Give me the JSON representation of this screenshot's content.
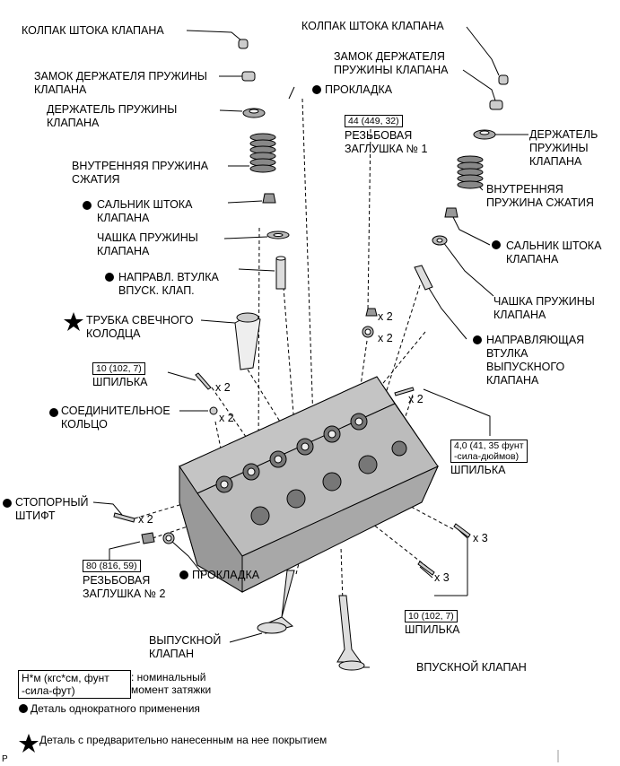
{
  "labels": {
    "l_cap_stem": "КОЛПАК ШТОКА КЛАПАНА",
    "l_lock_retainer": "ЗАМОК ДЕРЖАТЕЛЯ ПРУЖИНЫ\nКЛАПАНА",
    "l_retainer": "ДЕРЖАТЕЛЬ ПРУЖИНЫ\nКЛАПАНА",
    "l_inner_spring": "ВНУТРЕННЯЯ ПРУЖИНА\nСЖАТИЯ",
    "l_oil_seal": "САЛЬНИК ШТОКА\nКЛАПАНА",
    "l_spring_seat": "ЧАШКА ПРУЖИНЫ\nКЛАПАНА",
    "l_guide_intake": "НАПРАВЛ. ВТУЛКА\nВПУСК. КЛАП.",
    "l_plug_tube": "ТРУБКА СВЕЧНОГО\nКОЛОДЦА",
    "l_stud_left": "ШПИЛЬКА",
    "l_ring": "СОЕДИНИТЕЛЬНОЕ\nКОЛЬЦО",
    "l_pin": "СТОПОРНЫЙ\nШТИФТ",
    "l_plug2": "РЕЗЬБОВАЯ\nЗАГЛУШКА № 2",
    "l_gasket_bottom": "ПРОКЛАДКА",
    "l_exhaust_valve": "ВЫПУСКНОЙ\nКЛАПАН",
    "l_intake_valve": "ВПУСКНОЙ КЛАПАН",
    "l_stud_bottom": "ШПИЛЬКА",
    "l_stud_right": "ШПИЛЬКА",
    "l_guide_exhaust": "НАПРАВЛЯЮЩАЯ\nВТУЛКА\nВЫПУСКНОГО\nКЛАПАНА",
    "l_spring_seat_r": "ЧАШКА ПРУЖИНЫ\nКЛАПАНА",
    "l_oil_seal_r": "САЛЬНИК ШТОКА\nКЛАПАНА",
    "l_inner_spring_r": "ВНУТРЕННЯЯ\nПРУЖИНА СЖАТИЯ",
    "l_retainer_r": "ДЕРЖАТЕЛЬ\nПРУЖИНЫ\nКЛАПАНА",
    "l_lock_retainer_r": "ЗАМОК ДЕРЖАТЕЛЯ\nПРУЖИНЫ КЛАПАНА",
    "l_cap_stem_r": "КОЛПАК ШТОКА КЛАПАНА",
    "l_gasket_top": "ПРОКЛАДКА",
    "l_plug1": "РЕЗЬБОВАЯ\nЗАГЛУШКА № 1"
  },
  "torques": {
    "t_plug1": "44 (449, 32)",
    "t_stud_left": "10 (102, 7)",
    "t_stud_right": "4,0 (41, 35 фунт\n-сила-дюймов)",
    "t_plug2": "80 (816, 59)",
    "t_stud_bottom": "10 (102, 7)"
  },
  "counts": {
    "c_plug1": "x 2",
    "c_gasket_top": "x 2",
    "c_stud_left": "x 2",
    "c_ring": "x 2",
    "c_pin": "x 2",
    "c_stud_right": "x 2",
    "c_stud_b1": "x 3",
    "c_stud_b2": "x 3"
  },
  "legend": {
    "unit_box": "Н*м (кгс*см, фунт\n-сила-фут)",
    "unit_desc": ": номинальный\nмомент затяжки",
    "single_use": "Деталь однократного применения",
    "precoated": "Деталь с предварительно нанесенным на нее покрытием"
  },
  "corner_mark": "P"
}
